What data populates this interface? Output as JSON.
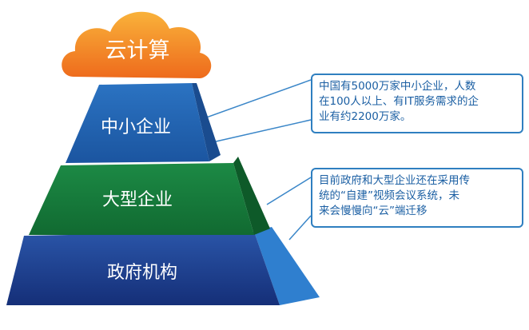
{
  "cloud": {
    "label": "云计算"
  },
  "tiers": [
    {
      "label": "中小企业"
    },
    {
      "label": "大型企业"
    },
    {
      "label": "政府机构"
    }
  ],
  "callouts": [
    {
      "lines": [
        "中国有5000万家中小企业，人数",
        "在100人以上、有IT服务需求的企",
        "业有约2200万家。"
      ]
    },
    {
      "lines": [
        "目前政府和大型企业还在采用传",
        "统的“自建”视频会议系统，未",
        "来会慢慢向“云”端迁移"
      ]
    }
  ],
  "colors": {
    "cloud_top": "#f7a233",
    "cloud_bottom": "#ef6e1e",
    "tier1_front": "#1f5fae",
    "tier1_side": "#1a4e92",
    "tier2_front": "#17783b",
    "tier2_side": "#0f5e2b",
    "tier3_front": "#1e3d8f",
    "tier3_side": "#2d78c8",
    "callout_border": "#2f7fc0",
    "callout_text": "#1b5fa3"
  }
}
